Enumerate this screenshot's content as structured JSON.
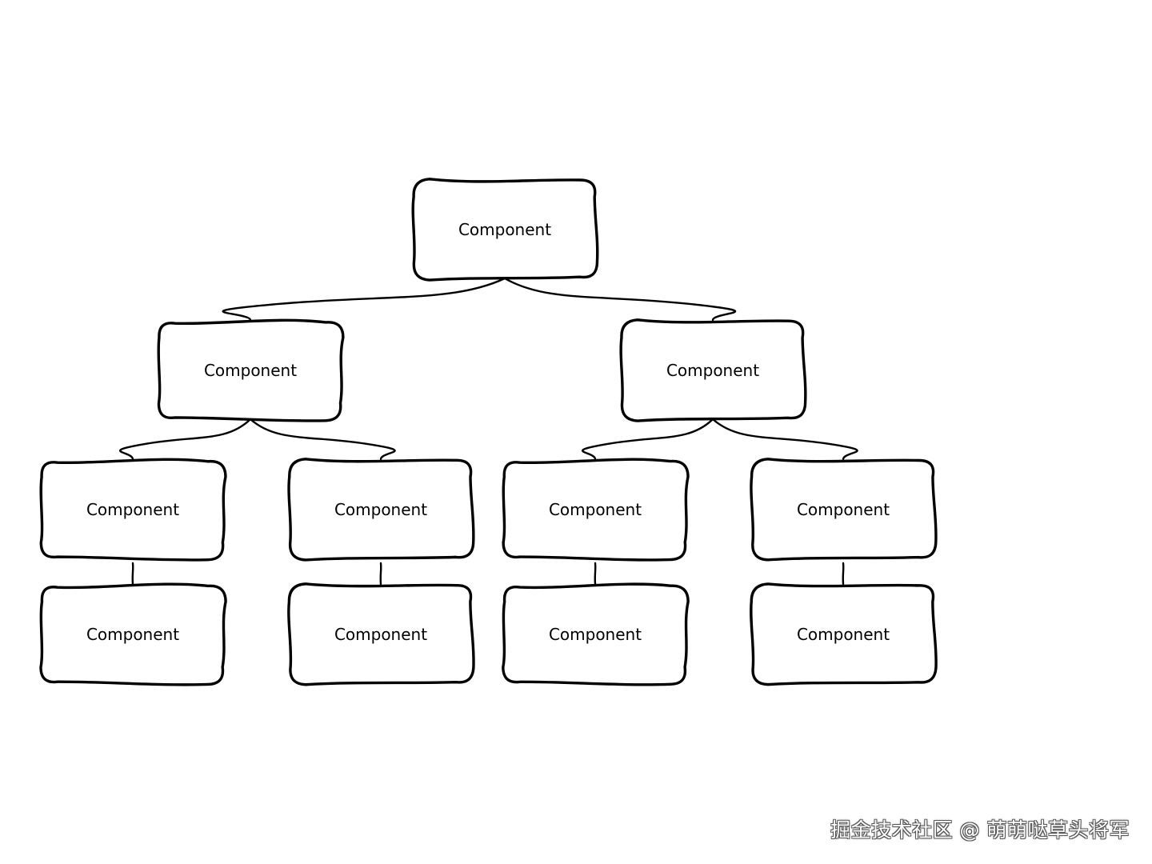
{
  "diagram": {
    "type": "component-tree",
    "nodes": [
      {
        "id": "root",
        "label": "Component"
      },
      {
        "id": "l1-left",
        "label": "Component"
      },
      {
        "id": "l1-right",
        "label": "Component"
      },
      {
        "id": "l2-1",
        "label": "Component"
      },
      {
        "id": "l2-2",
        "label": "Component"
      },
      {
        "id": "l2-3",
        "label": "Component"
      },
      {
        "id": "l2-4",
        "label": "Component"
      },
      {
        "id": "l3-1",
        "label": "Component"
      },
      {
        "id": "l3-2",
        "label": "Component"
      },
      {
        "id": "l3-3",
        "label": "Component"
      },
      {
        "id": "l3-4",
        "label": "Component"
      }
    ],
    "edges": [
      {
        "from": "root",
        "to": "l1-left"
      },
      {
        "from": "root",
        "to": "l1-right"
      },
      {
        "from": "l1-left",
        "to": "l2-1"
      },
      {
        "from": "l1-left",
        "to": "l2-2"
      },
      {
        "from": "l1-right",
        "to": "l2-3"
      },
      {
        "from": "l1-right",
        "to": "l2-4"
      },
      {
        "from": "l2-1",
        "to": "l3-1"
      },
      {
        "from": "l2-2",
        "to": "l3-2"
      },
      {
        "from": "l2-3",
        "to": "l3-3"
      },
      {
        "from": "l2-4",
        "to": "l3-4"
      }
    ],
    "colors": {
      "stroke": "#000000",
      "fill": "#ffffff",
      "background": "#ffffff"
    }
  },
  "watermark": {
    "text": "掘金技术社区 @ 萌萌哒草头将军"
  }
}
